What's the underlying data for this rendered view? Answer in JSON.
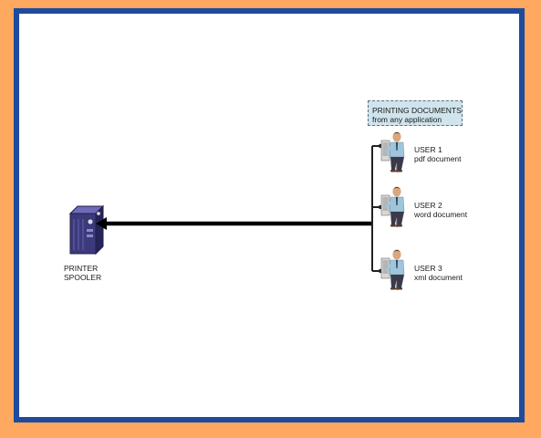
{
  "spooler": {
    "line1": "PRINTER",
    "line2": "SPOOLER"
  },
  "note": {
    "line1": "PRINTING DOCUMENTS",
    "line2": "from any application"
  },
  "users": [
    {
      "name": "USER 1",
      "document": "pdf document"
    },
    {
      "name": "USER 2",
      "document": "word document"
    },
    {
      "name": "USER 3",
      "document": "xml document"
    }
  ],
  "colors": {
    "outer_background": "#FFA860",
    "frame_border": "#1E4B9E",
    "canvas": "#FFFFFF",
    "note_fill": "#CFE4EC",
    "arrow": "#000000"
  },
  "icons": {
    "spooler": "server-tower-icon",
    "user": "person-at-computer-icon"
  }
}
